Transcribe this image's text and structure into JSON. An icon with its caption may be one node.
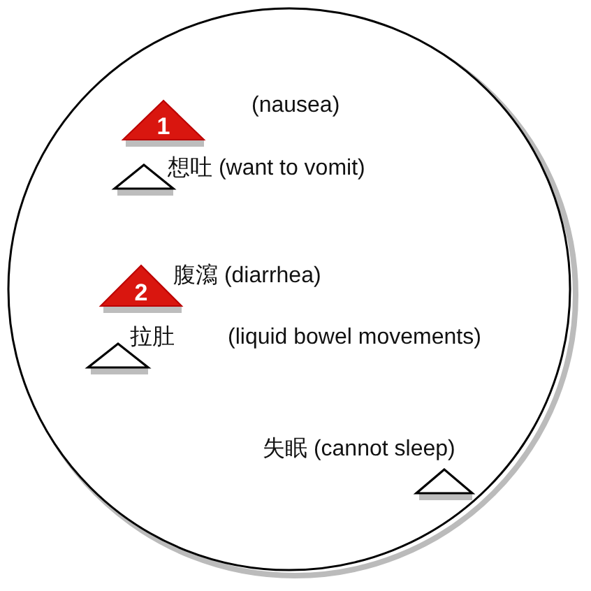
{
  "diagram": {
    "nodes": [
      {
        "text": [],
        "shape": "circle"
      },
      {
        "text": [
          "1"
        ],
        "in": 0,
        "beside": [
          "(nausea)"
        ]
      },
      {
        "text": [],
        "shape": "triangle",
        "in": 0,
        "beside": [
          "想吐 (want to vomit)"
        ]
      },
      {
        "text": [
          "2"
        ],
        "in": 0,
        "beside": [
          "腹瀉 (diarrhea)"
        ]
      },
      {
        "text": [],
        "shape": "triangle",
        "in": 0,
        "beside": [
          "拉肚",
          "(liquid bowel movements)"
        ]
      },
      {
        "text": [],
        "shape": "triangle",
        "in": 0,
        "beside": [
          "失眠 (cannot sleep)"
        ]
      }
    ]
  }
}
